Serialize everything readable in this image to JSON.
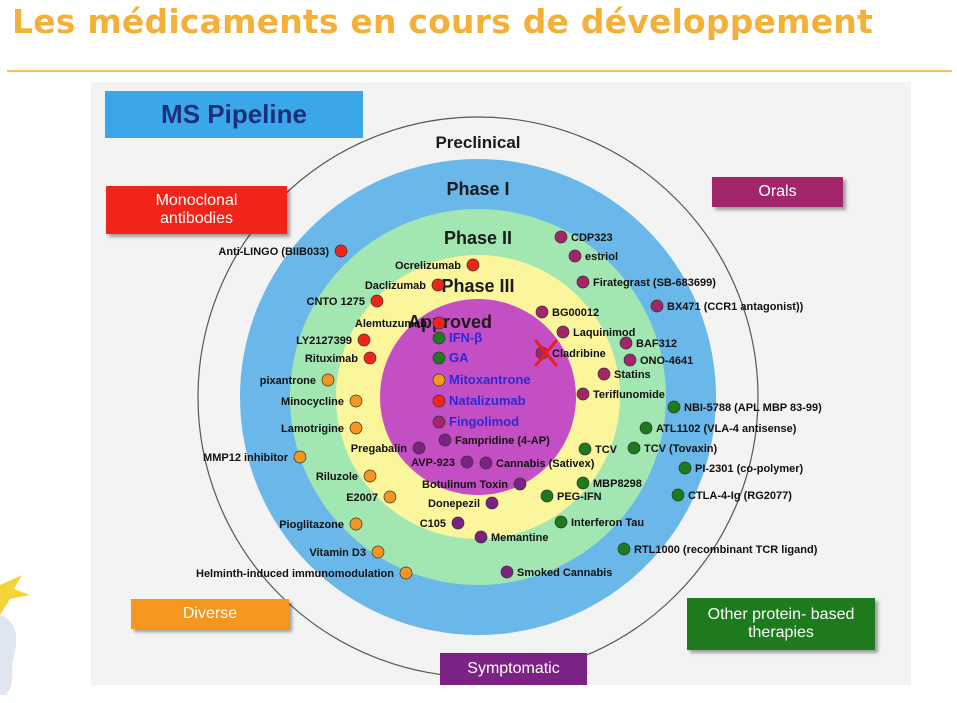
{
  "slide_title": "Les médicaments en cours de développement",
  "pipeline_title": "MS Pipeline",
  "categories": {
    "monoclonal": "Monoclonal\nantibodies",
    "orals": "Orals",
    "diverse": "Diverse",
    "protein": "Other protein- based\ntherapies",
    "symptomatic": "Symptomatic"
  },
  "phases": [
    "Preclinical",
    "Phase I",
    "Phase II",
    "Phase III",
    "Approved"
  ],
  "colors": {
    "title": "#f4b13a",
    "preclinical_ring": "#f3f3f3",
    "phase1_ring": "#6ab8ea",
    "phase2_ring": "#a2e7b2",
    "phase3_ring": "#fbf59c",
    "approved_core": "#c44fc4",
    "monoclonal": "#f2241a",
    "oral": "#a3266a",
    "diverse": "#f5961f",
    "protein": "#1d7a1d",
    "symptomatic": "#7c2284",
    "approved_text": "#2a2ad4"
  },
  "drugs": [
    {
      "name": "Anti-LINGO  (BIIB033)",
      "category": "monoclonal"
    },
    {
      "name": "Ocrelizumab",
      "category": "monoclonal"
    },
    {
      "name": "Daclizumab",
      "category": "monoclonal"
    },
    {
      "name": "CNTO 1275",
      "category": "monoclonal"
    },
    {
      "name": "Alemtuzumab",
      "category": "monoclonal"
    },
    {
      "name": "LY2127399",
      "category": "monoclonal"
    },
    {
      "name": "Rituximab",
      "category": "monoclonal"
    },
    {
      "name": "CDP323",
      "category": "oral"
    },
    {
      "name": "estriol",
      "category": "oral"
    },
    {
      "name": "Firategrast (SB-683699)",
      "category": "oral"
    },
    {
      "name": "BX471 (CCR1 antagonist))",
      "category": "oral"
    },
    {
      "name": "BG00012",
      "category": "oral"
    },
    {
      "name": "Laquinimod",
      "category": "oral"
    },
    {
      "name": "Cladribine",
      "category": "oral"
    },
    {
      "name": "BAF312",
      "category": "oral"
    },
    {
      "name": "ONO-4641",
      "category": "oral"
    },
    {
      "name": "Statins",
      "category": "oral"
    },
    {
      "name": "Teriflunomide",
      "category": "oral"
    },
    {
      "name": "pixantrone",
      "category": "diverse"
    },
    {
      "name": "Minocycline",
      "category": "diverse"
    },
    {
      "name": "Lamotrigine",
      "category": "diverse"
    },
    {
      "name": "MMP12 inhibitor",
      "category": "diverse"
    },
    {
      "name": "Riluzole",
      "category": "diverse"
    },
    {
      "name": "E2007",
      "category": "diverse"
    },
    {
      "name": "Pioglitazone",
      "category": "diverse"
    },
    {
      "name": "Vitamin D3",
      "category": "diverse"
    },
    {
      "name": "Helminth-induced  immunomodulation",
      "category": "diverse"
    },
    {
      "name": "NBI-5788 (APL MBP 83-99)",
      "category": "protein"
    },
    {
      "name": "ATL1102 (VLA-4 antisense)",
      "category": "protein"
    },
    {
      "name": "TCV (Tovaxin)",
      "category": "protein"
    },
    {
      "name": "TCV",
      "category": "protein"
    },
    {
      "name": "PI-2301 (co-polymer)",
      "category": "protein"
    },
    {
      "name": "MBP8298",
      "category": "protein"
    },
    {
      "name": "CTLA-4-Ig (RG2077)",
      "category": "protein"
    },
    {
      "name": "PEG-IFN",
      "category": "protein"
    },
    {
      "name": "Interferon Tau",
      "category": "protein"
    },
    {
      "name": "RTL1000 (recombinant  TCR ligand)",
      "category": "protein"
    },
    {
      "name": "Pregabalin",
      "category": "symptomatic"
    },
    {
      "name": "Fampridine (4-AP)",
      "category": "symptomatic"
    },
    {
      "name": "AVP-923",
      "category": "symptomatic"
    },
    {
      "name": "Cannabis (Sativex)",
      "category": "symptomatic"
    },
    {
      "name": "Botulinum  Toxin",
      "category": "symptomatic"
    },
    {
      "name": "Donepezil",
      "category": "symptomatic"
    },
    {
      "name": "C105",
      "category": "symptomatic"
    },
    {
      "name": "Memantine",
      "category": "symptomatic"
    },
    {
      "name": "Smoked Cannabis",
      "category": "symptomatic"
    },
    {
      "name": "IFN-β",
      "category": "protein",
      "approved": true
    },
    {
      "name": "GA",
      "category": "protein",
      "approved": true
    },
    {
      "name": "Mitoxantrone",
      "category": "diverse",
      "approved": true
    },
    {
      "name": "Natalizumab",
      "category": "monoclonal",
      "approved": true
    },
    {
      "name": "Fingolimod",
      "category": "oral",
      "approved": true
    }
  ],
  "struck_out": "Cladribine"
}
